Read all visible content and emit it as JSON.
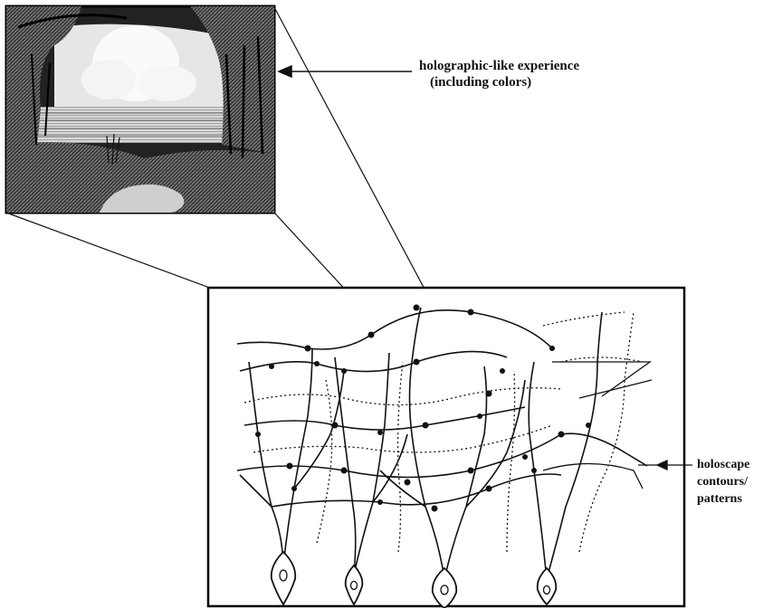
{
  "labels": {
    "experience": {
      "line1": "holographic-like experience",
      "line2": "(including colors)"
    },
    "holoscape": {
      "line1": "holoscape",
      "line2": "contours/",
      "line3": "patterns"
    }
  },
  "colors": {
    "ink": "#111111",
    "landscape_dark": "#1a1a1a",
    "sky": "#f2f2f2",
    "background": "#ffffff"
  }
}
